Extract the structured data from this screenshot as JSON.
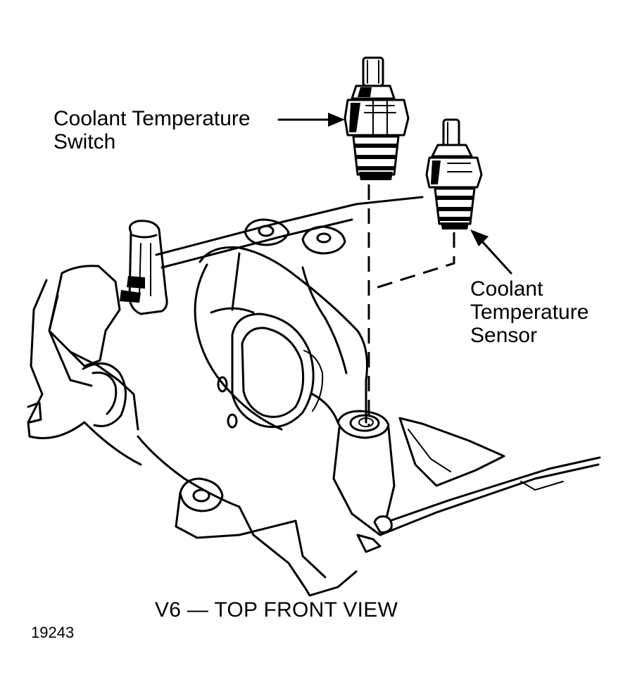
{
  "labels": {
    "switch_line1": "Coolant Temperature",
    "switch_line2": "Switch",
    "sensor_line1": "Coolant",
    "sensor_line2": "Temperature",
    "sensor_line3": "Sensor"
  },
  "caption": "V6 — TOP FRONT VIEW",
  "figure_number": "19243"
}
